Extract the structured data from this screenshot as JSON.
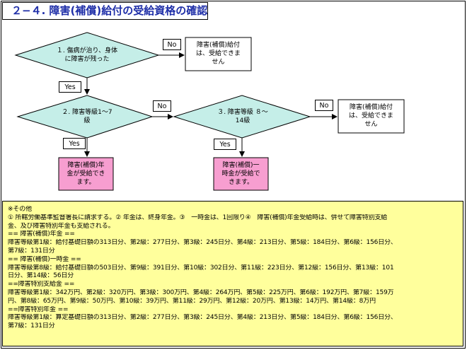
{
  "title": "２−４. 障害(補償)給付の受給資格の確認",
  "flowchart": {
    "decision1": "１. 傷病が治り、身体\nに障害が残った",
    "decision2": "２. 障害等級1〜7\n級",
    "decision3": "３. 障害等級 ８〜\n14級",
    "result_no1": "障害(補償)給付\nは、受給できま\nせん",
    "result_no2": "障害(補償)給付\nは、受給できま\nせん",
    "result_pension": "障害(補償)年\n金が受給でき\nます。",
    "result_lump": "障害(補償)一\n時金が受給で\nきます。",
    "no_label": "No",
    "yes_label": "Yes"
  },
  "notes": [
    "※その他",
    "① 所轄労働基準監督署長に請求する。② 年金は、終身年金。③　一時金は、1回限り④　障害(補償)年金受給時は、併せて障害特別支給",
    "金、及び障害特別年金も支給される。",
    "== 障害(補償)年金 ==",
    "障害等級第1級：給付基礎日額の313日分、第2級：277日分、第3級：245日分、第4級：213日分、第5級：184日分、第6級：156日分、",
    "第7級：131日分",
    "== 障害(補償)一時金 ==",
    "障害等級第8級：給付基礎日額の503日分、第9級：391日分、第10級：302日分、第11級：223日分、第12級：156日分、第13級：101",
    "日分、第14級：56日分",
    "==障害特別支給金 ==",
    "障害等級第1級：342万円、第2級：320万円、第3級：300万円、第4級：264万円、第5級：225万円、第6級：192万円、第7級：159万",
    "円、第8級：65万円、第9級：50万円、第10級：39万円、第11級：29万円、第12級：20万円、第13級：14万円、第14級：8万円",
    "==障害特別年金 ==",
    "障害等級第1級：算定基礎日額の313日分、第2級：277日分、第3級：245日分、第4級：213日分、第5級：184日分、第6級：156日分、",
    "第7級：131日分"
  ],
  "colors": {
    "diamond_fill": "#c5eee8",
    "result_positive_fill": "#f79ed0",
    "note_fill": "#ffff9c",
    "title_text": "#1f2fa8"
  }
}
